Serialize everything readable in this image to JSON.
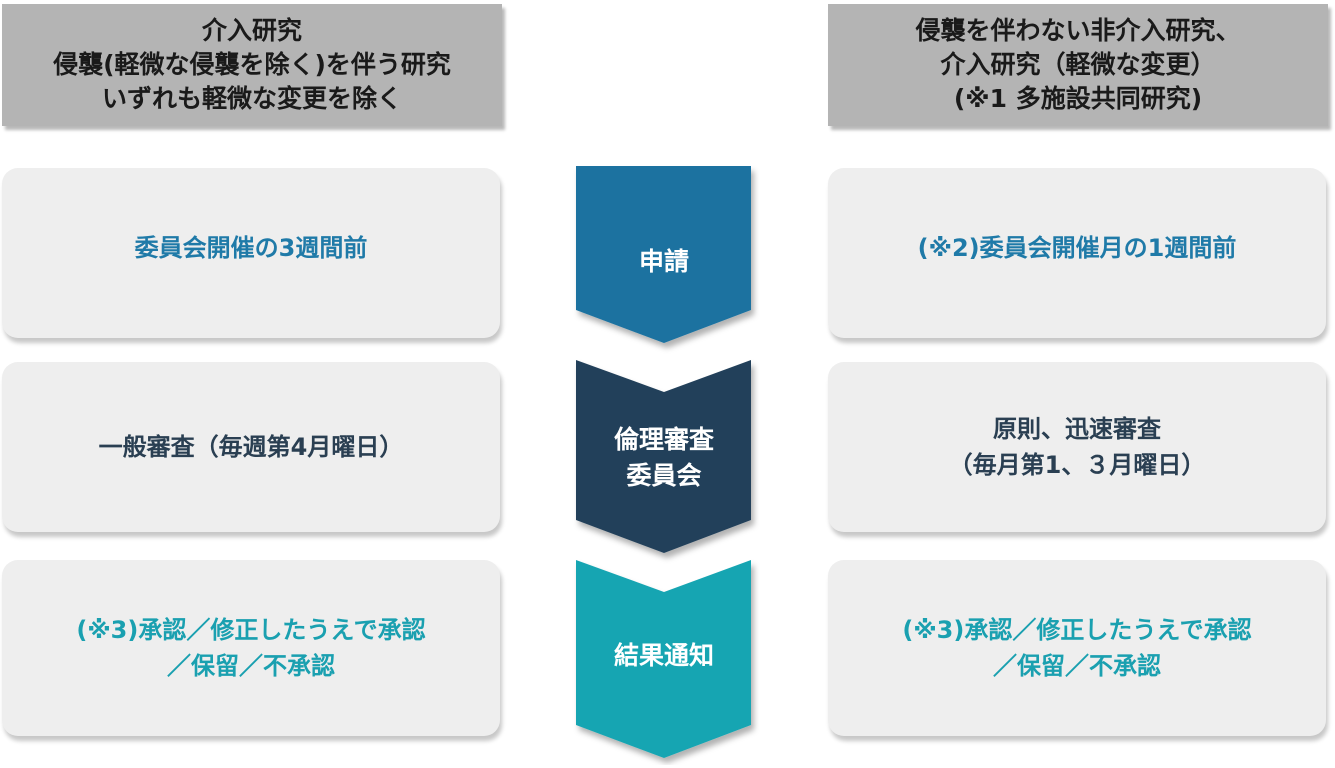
{
  "left_column": {
    "header_lines": [
      "介入研究",
      "侵襲(軽微な侵襲を除く)を伴う研究",
      "いずれも軽微な変更を除く"
    ],
    "application_lines": [
      "委員会開催の3週間前"
    ],
    "review_lines": [
      "一般審査（毎週第4月曜日）"
    ],
    "result_lines": [
      "(※3)承認／修正したうえで承認",
      "／保留／不承認"
    ]
  },
  "right_column": {
    "header_lines": [
      "侵襲を伴わない非介入研究、",
      "介入研究（軽微な変更）",
      "(※1 多施設共同研究)"
    ],
    "application_lines": [
      "(※2)委員会開催月の1週間前"
    ],
    "review_lines": [
      "原則、迅速審査",
      "（毎月第1、３月曜日）"
    ],
    "result_lines": [
      "(※3)承認／修正したうえで承認",
      "／保留／不承認"
    ]
  },
  "flow_steps": [
    {
      "label_lines": [
        "申請"
      ],
      "color": "#1a72a0"
    },
    {
      "label_lines": [
        "倫理審査",
        "委員会"
      ],
      "color": "#23415a"
    },
    {
      "label_lines": [
        "結果通知"
      ],
      "color": "#18a5b2"
    }
  ],
  "colors": {
    "header_bg": "#b4b4b4",
    "box_bg": "#eeeeee",
    "text_blue": "#1f7aa8",
    "text_dark": "#2a3f52",
    "text_teal": "#1aa0b0"
  }
}
